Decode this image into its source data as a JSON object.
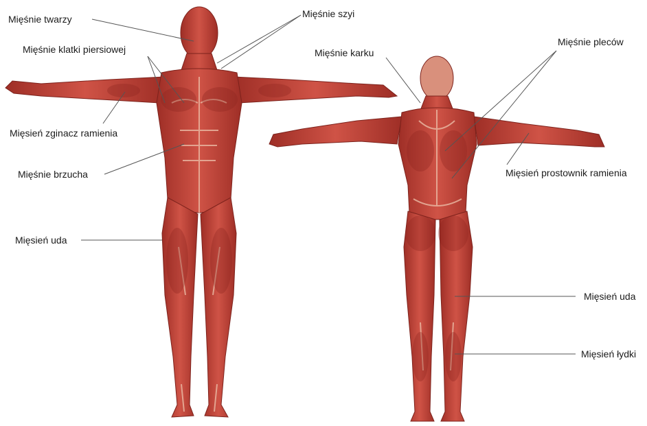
{
  "labels": {
    "front": {
      "face": "Mięśnie twarzy",
      "neck": "Mięśnie szyi",
      "chest": "Mięśnie klatki piersiowej",
      "biceps": "Mięsień zginacz ramienia",
      "abdomen": "Mięśnie brzucha",
      "thigh": "Mięsień uda"
    },
    "back": {
      "nape": "Mięśnie karku",
      "back": "Mięśnie pleców",
      "triceps": "Mięsień prostownik ramienia",
      "thigh": "Mięsień uda",
      "calf": "Mięsień łydki"
    }
  },
  "colors": {
    "muscle": "#c4443a",
    "muscle_dark": "#8e2620",
    "muscle_light": "#dc6f5f",
    "tendon": "#e8b49f",
    "line": "#555555"
  }
}
